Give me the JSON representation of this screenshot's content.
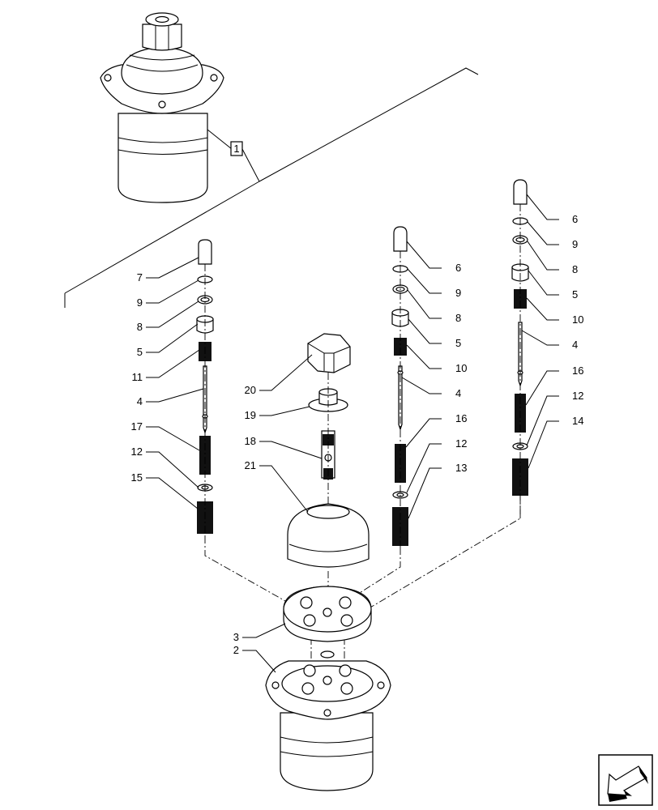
{
  "callouts": {
    "c1": "1",
    "left": [
      "7",
      "9",
      "8",
      "5",
      "11",
      "4",
      "17",
      "12",
      "15"
    ],
    "center": [
      "20",
      "19",
      "18",
      "21"
    ],
    "mid": [
      "6",
      "9",
      "8",
      "5",
      "10",
      "4",
      "16",
      "12",
      "13"
    ],
    "right": [
      "6",
      "9",
      "8",
      "5",
      "10",
      "4",
      "16",
      "12",
      "14"
    ],
    "bottom": [
      "3",
      "2"
    ]
  },
  "colors": {
    "ink": "#000000",
    "background": "#ffffff"
  },
  "icons": {
    "nav": "arrow-back-icon"
  }
}
